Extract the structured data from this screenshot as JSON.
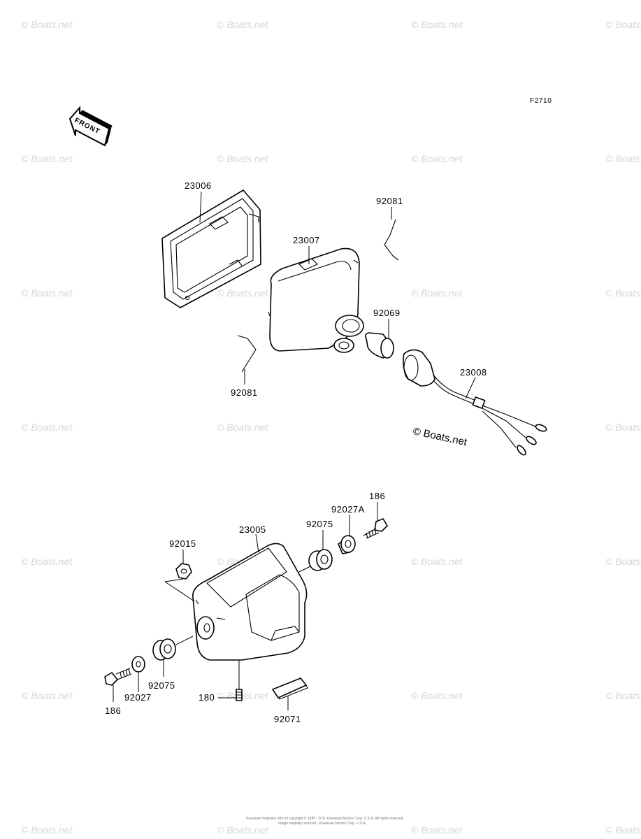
{
  "diagram": {
    "figure_code": "F2710",
    "front_label": "FRONT",
    "watermark_text": "© Boats.net",
    "footer": {
      "line1": "Kawasaki materials with all copyright © 1985 - 2011 Kawasaki Motors Corp. U.S.A. All rights reserved.",
      "line2": "Image originally sourced - Kawasaki Motors Corp. U.S.A."
    },
    "labels": {
      "p23006": "23006",
      "p23007": "23007",
      "p92081_top": "92081",
      "p92081_bottom": "92081",
      "p92069": "92069",
      "p23008": "23008",
      "p186_top": "186",
      "p92027A": "92027A",
      "p92075_top": "92075",
      "p23005": "23005",
      "p92015": "92015",
      "p92075_bottom": "92075",
      "p92027": "92027",
      "p186_bottom": "186",
      "p180": "180",
      "p92071": "92071"
    }
  }
}
